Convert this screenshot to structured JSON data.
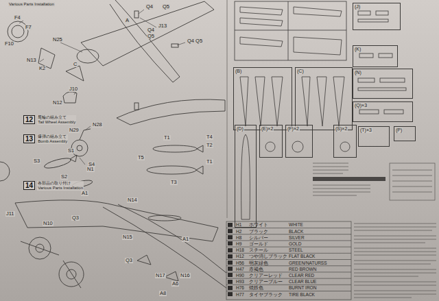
{
  "diagram": {
    "nodes": [
      {
        "text": [
          "12",
          "尾輪の組み立て",
          "Tail Wheel Assembly"
        ]
      },
      {
        "text": [
          "13",
          "爆弾の組み立て",
          "Bomb Assembly"
        ]
      },
      {
        "text": [
          "14",
          "各部品の取り付け",
          "Various Parts Installation"
        ]
      },
      {
        "text": [
          "(B)"
        ]
      },
      {
        "text": [
          "(C)"
        ]
      },
      {
        "text": [
          "(J)"
        ]
      },
      {
        "text": [
          "(K)"
        ]
      },
      {
        "text": [
          "(N)"
        ]
      },
      {
        "text": [
          "(Q)×3"
        ]
      },
      {
        "text": [
          "(D)"
        ]
      },
      {
        "text": [
          "(E)×2"
        ]
      },
      {
        "text": [
          "(F)×2"
        ]
      },
      {
        "text": [
          "(S)×2"
        ]
      },
      {
        "text": [
          "(T)×3"
        ]
      },
      {
        "text": [
          "(P)"
        ]
      }
    ],
    "labels": [
      "Various Parts Installation",
      "J13",
      "Q4",
      "Q5",
      "A",
      "Q4",
      "Q5",
      "Q4 Q5",
      "F4",
      "F7",
      "F10",
      "N25",
      "N13",
      "K2",
      "C",
      "J10",
      "N12",
      "N28",
      "N29",
      "N1",
      "S1",
      "S3",
      "S4",
      "S2",
      "T1",
      "T4",
      "T2",
      "T5",
      "T1",
      "T3",
      "J11",
      "A1",
      "N14",
      "N10",
      "Q3",
      "N15",
      "A1",
      "Q3",
      "N17",
      "N16",
      "A6",
      "A8",
      "H1",
      "ホワイト",
      "WHITE",
      "H2",
      "ブラック",
      "BLACK",
      "H8",
      "シルバー",
      "SILVER",
      "H9",
      "ゴールド",
      "GOLD",
      "H18",
      "スチール",
      "STEEL",
      "H12",
      "つや消しブラック",
      "FLAT BLACK",
      "H56",
      "明灰緑色",
      "GREEN/NATURSS",
      "H47",
      "赤褐色",
      "RED BROWN",
      "H90",
      "クリアーレッド",
      "CLEAR RED",
      "H93",
      "クリアーブルー",
      "CLEAR BLUE",
      "H76",
      "焼鉄色",
      "BURNT IRON",
      "H77",
      "タイヤブラック",
      "TIRE BLACK"
    ]
  }
}
